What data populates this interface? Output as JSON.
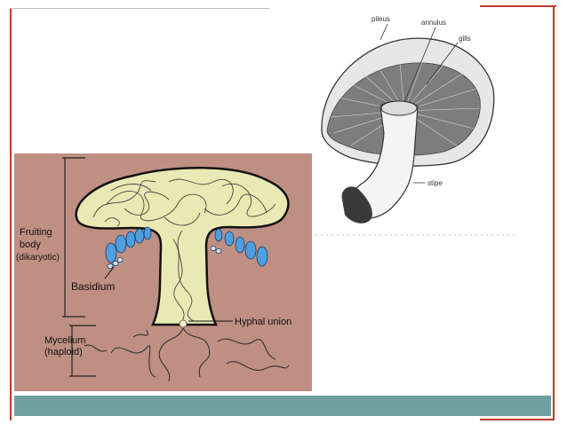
{
  "left_diagram": {
    "labels": {
      "fruiting_body_1": "Fruiting",
      "fruiting_body_2": "body",
      "fruiting_body_3": "(dikaryotic)",
      "basidium": "Basidium",
      "hyphal_union": "Hyphal union",
      "mycelium_1": "Mycelium",
      "mycelium_2": "(haploid)"
    },
    "colors": {
      "background": "#bf8f83",
      "cap_fill": "#e9eab3",
      "basidia": "#4f9fe0",
      "footer_bar": "#6f9f9f"
    }
  },
  "right_diagram": {
    "labels": {
      "pileus": "pileus",
      "annulus": "annulus",
      "gills": "gills",
      "stipe": "stipe"
    }
  },
  "frame": {
    "accent_color": "#c0392b"
  }
}
